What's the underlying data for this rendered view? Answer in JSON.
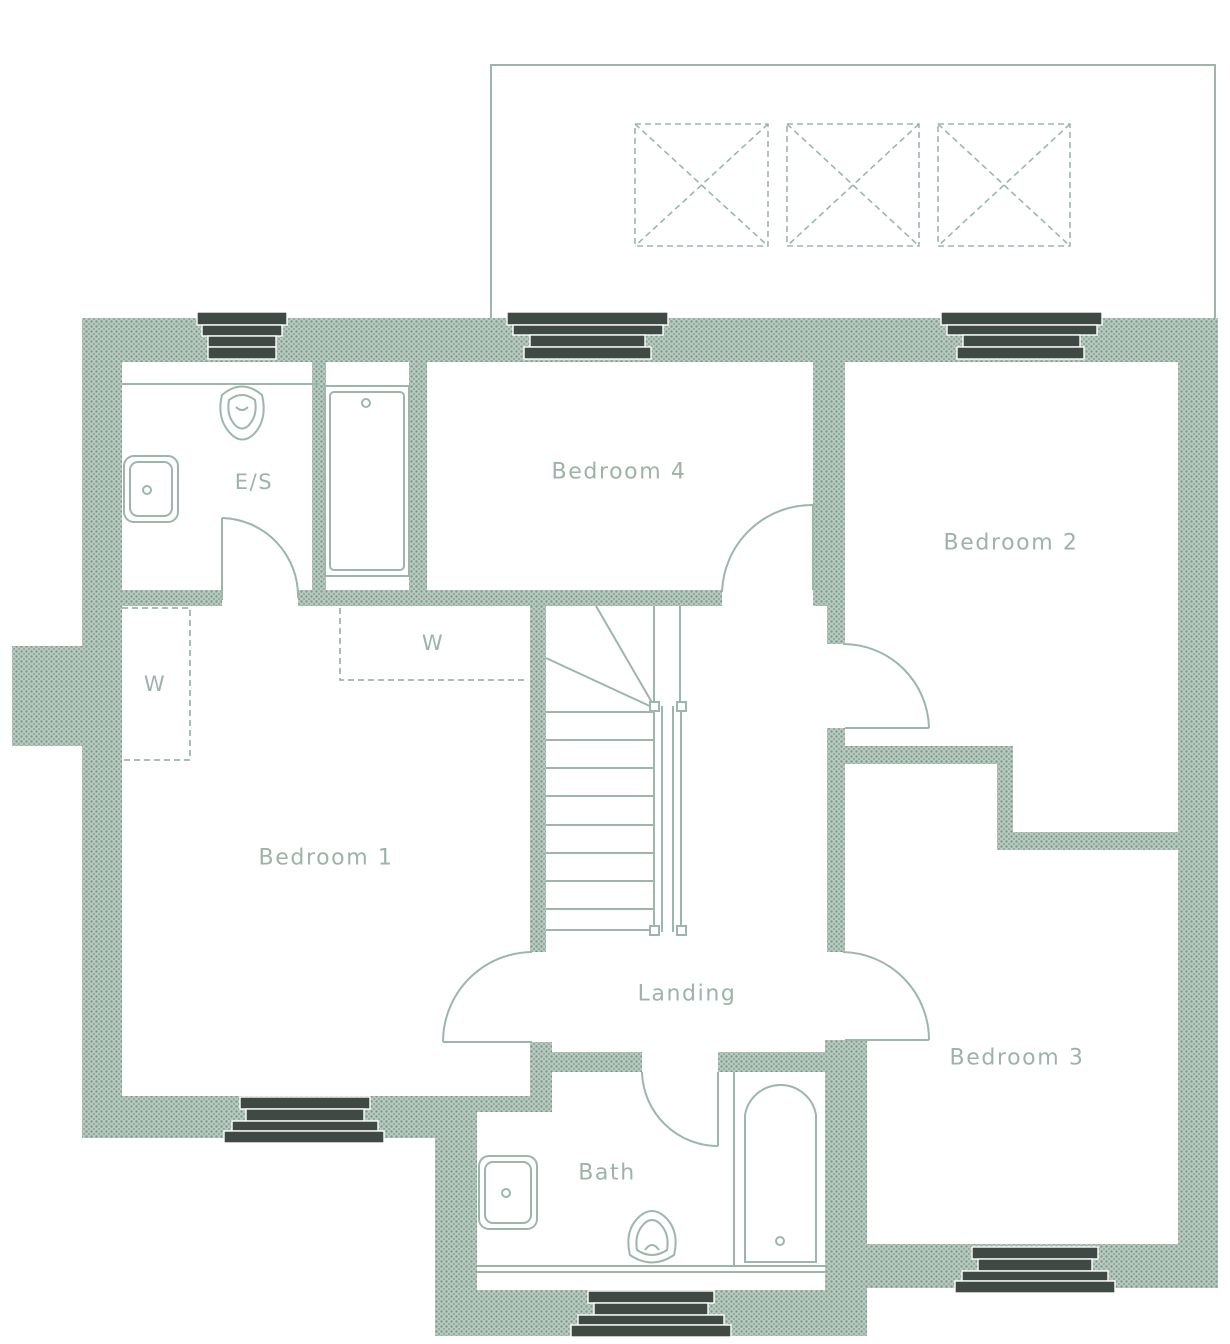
{
  "rooms": {
    "bedroom1": "Bedroom 1",
    "bedroom2": "Bedroom 2",
    "bedroom3": "Bedroom 3",
    "bedroom4": "Bedroom 4",
    "landing": "Landing",
    "bath": "Bath",
    "ensuite": "E/S",
    "wardrobe_left": "W",
    "wardrobe_mid": "W"
  },
  "colors": {
    "wall": "#a6bcb1",
    "wall_dot": "#8aa497",
    "line": "#9db6aa",
    "label": "#9db3a8",
    "window": "#3f4a45"
  }
}
